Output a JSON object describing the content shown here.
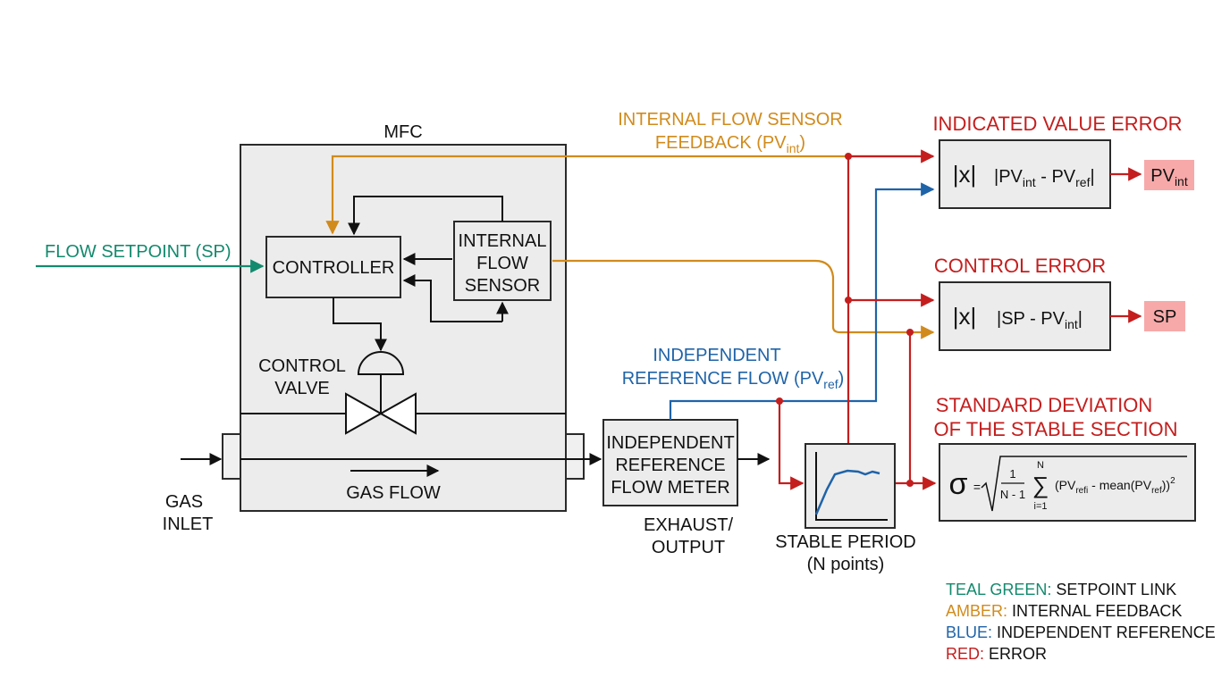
{
  "mfc": {
    "title": "MFC",
    "controller": "CONTROLLER",
    "sensor": [
      "INTERNAL",
      "FLOW",
      "SENSOR"
    ],
    "valve": [
      "CONTROL",
      "VALVE"
    ],
    "gas_flow": "GAS FLOW"
  },
  "inputs": {
    "gas_inlet": [
      "GAS",
      "INLET"
    ],
    "setpoint": "FLOW SETPOINT (SP)"
  },
  "reference_meter": [
    "INDEPENDENT",
    "REFERENCE",
    "FLOW METER"
  ],
  "exhaust": [
    "EXHAUST/",
    "OUTPUT"
  ],
  "feedback_label": {
    "line1": "INTERNAL FLOW SENSOR",
    "line2": "FEEDBACK (PV",
    "sub": "int",
    "close": ")"
  },
  "reference_label": {
    "line1": "INDEPENDENT",
    "line2": "REFERENCE FLOW (PV",
    "sub": "ref",
    "close": ")"
  },
  "stable_period": [
    "STABLE PERIOD",
    "(N points)"
  ],
  "indicated_error": {
    "title": "INDICATED VALUE ERROR",
    "abs": "|x|",
    "expr": {
      "a": "|PV",
      "a_sub": "int",
      "b": " - PV",
      "b_sub": "ref",
      "c": "|"
    },
    "output": {
      "text": "PV",
      "sub": "int"
    }
  },
  "control_error": {
    "title": "CONTROL ERROR",
    "abs": "|x|",
    "expr": {
      "a": "|SP - PV",
      "a_sub": "int",
      "c": "|"
    },
    "output": "SP"
  },
  "std_dev": {
    "title": [
      "STANDARD DEVIATION",
      "OF THE STABLE SECTION"
    ],
    "sigma": "σ",
    "equals": "=",
    "frac_num": "1",
    "frac_den": "N - 1",
    "sum_top": "N",
    "sum_sym": "∑",
    "sum_bottom": "i=1",
    "body": {
      "a": "(PV",
      "a_sub": "refi",
      "b": " - mean(PV",
      "b_sub": "ref",
      "c": "))",
      "sup": "2"
    }
  },
  "legend": [
    {
      "key": "TEAL GREEN:",
      "text": " SETPOINT LINK",
      "color": "#138a6d"
    },
    {
      "key": "AMBER:",
      "text": " INTERNAL FEEDBACK",
      "color": "#d18b1c"
    },
    {
      "key": "BLUE:",
      "text": " INDEPENDENT REFERENCE",
      "color": "#1f63a8"
    },
    {
      "key": "RED:",
      "text": " ERROR",
      "color": "#c41e1e"
    }
  ],
  "colors": {
    "teal": "#138a6d",
    "amber": "#d18b1c",
    "blue": "#1f63a8",
    "red": "#c41e1e",
    "output_box": "#f7a9a9"
  }
}
